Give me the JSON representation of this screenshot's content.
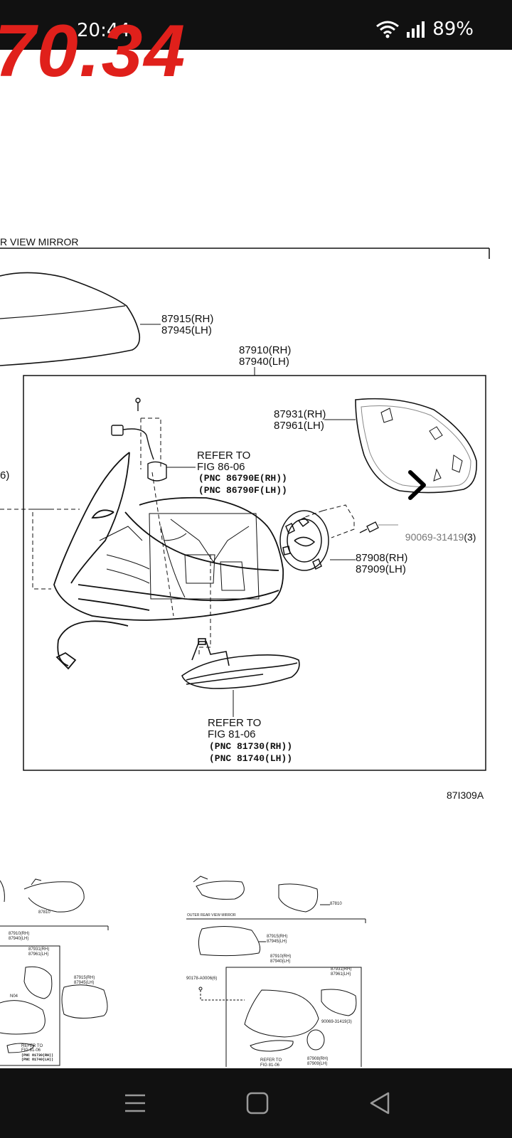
{
  "status_bar": {
    "time": "20:44",
    "battery": "89%"
  },
  "header": {
    "big_number": "70.34",
    "section_title": "R VIEW MIRROR"
  },
  "callouts": {
    "cover": [
      "87915(RH)",
      "87945(LH)"
    ],
    "assembly": [
      "87910(RH)",
      "87940(LH)"
    ],
    "mirror_glass": [
      "87931(RH)",
      "87961(LH)"
    ],
    "refer_fig_86": [
      "REFER TO",
      "FIG 86-06"
    ],
    "pnc_86": [
      "(PNC 86790E(RH))",
      "(PNC 86790F(LH))"
    ],
    "screw_part": "90069-31419",
    "screw_qty": "(3)",
    "motor": [
      "87908(RH)",
      "87909(LH)"
    ],
    "refer_fig_81": [
      "REFER TO",
      "FIG 81-06"
    ],
    "pnc_81": [
      "(PNC 81730(RH))",
      "(PNC 81740(LH))"
    ],
    "left_partial": "6)",
    "figure_id": "87I309A"
  },
  "thumbnails": {
    "left": {
      "part": "87810",
      "assembly": [
        "87910(RH)",
        "87940(LH)"
      ],
      "glass": [
        "87931(RH)",
        "87961(LH)"
      ],
      "cover": [
        "87915(RH)",
        "87945(LH)"
      ],
      "connector": "N04",
      "refer": [
        "REFER TO",
        "FIG 81-06"
      ],
      "pnc": [
        "(PNC 81730(RH))",
        "(PNC 81740(LH))"
      ]
    },
    "right": {
      "part": "87810",
      "title": "OUTER REAR VIEW MIRROR",
      "cover": [
        "87915(RH)",
        "87945(LH)"
      ],
      "assembly": [
        "87910(RH)",
        "87940(LH)"
      ],
      "glass": [
        "87931(RH)",
        "87961(LH)"
      ],
      "clip": "90178-A0006(6)",
      "screw": "90069-31419(3)",
      "motor": [
        "87908(RH)",
        "87909(LH)"
      ],
      "refer": [
        "REFER TO",
        "FIG 81-06"
      ]
    }
  },
  "nav_bar": {
    "items": [
      "menu-icon",
      "home-icon",
      "back-icon"
    ]
  }
}
